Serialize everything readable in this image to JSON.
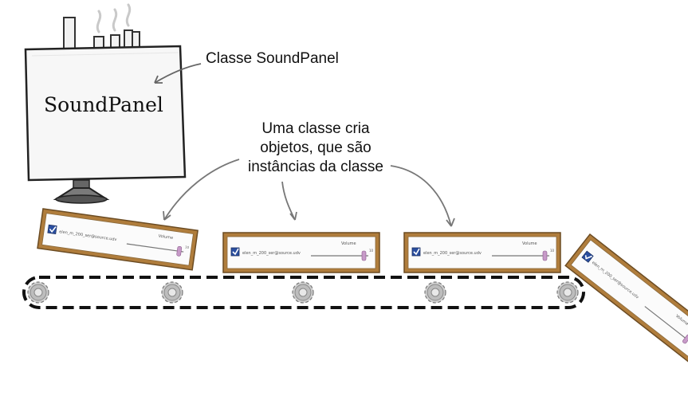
{
  "factory": {
    "label": "SoundPanel",
    "caption": "Classe SoundPanel"
  },
  "objects_caption": {
    "line1": "Uma classe cria",
    "line2": "objetos, que são",
    "line3": "instâncias da classe"
  },
  "sound_panel_object": {
    "filename": "elen_m_200_ser@source.udv",
    "volume_label": "Volume",
    "volume_max": "10",
    "checked": true
  },
  "colors": {
    "frame_wood": "#b07d3c",
    "frame_dark": "#6b4b22",
    "checkbox": "#2b4fa0",
    "slider_thumb": "#c79ac8",
    "factory_fill": "#f7f7f7",
    "conveyor": "#111111",
    "gear": "#9a9a9a"
  },
  "icons": [
    "checkbox-checked-icon",
    "gear-icon",
    "smoke-icon",
    "arrow-icon"
  ]
}
